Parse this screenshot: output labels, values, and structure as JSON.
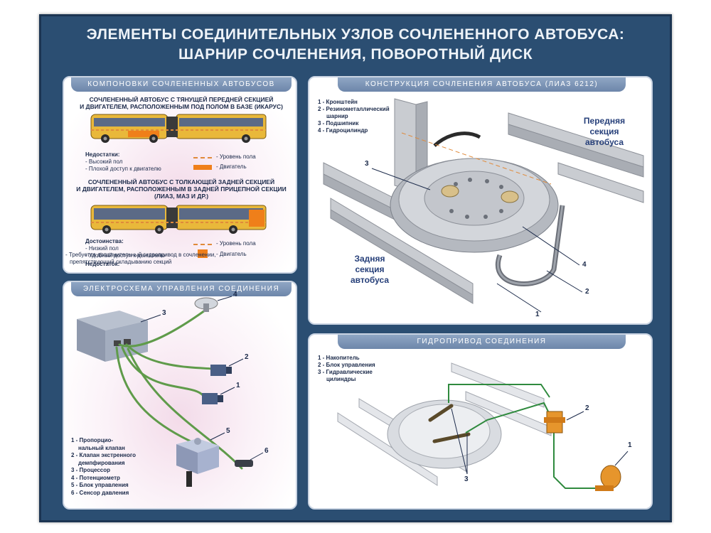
{
  "title": {
    "line1": "ЭЛЕМЕНТЫ СОЕДИНИТЕЛЬНЫХ УЗЛОВ СОЧЛЕНЕННОГО АВТОБУСА:",
    "line2": "ШАРНИР СОЧЛЕНЕНИЯ, ПОВОРОТНЫЙ ДИСК"
  },
  "layout_panel": {
    "title": "КОМПОНОВКИ СОЧЛЕНЕННЫХ АВТОБУСОВ",
    "bus1": {
      "heading1": "СОЧЛЕНЕННЫЙ АВТОБУС С ТЯНУЩЕЙ ПЕРЕДНЕЙ СЕКЦИЕЙ",
      "heading2": "И ДВИГАТЕЛЕМ, РАСПОЛОЖЕННЫМ ПОД ПОЛОМ В БАЗЕ (ИКАРУС)",
      "cons_title": "Недостатки:",
      "cons1": "- Высокий пол",
      "cons2": "- Плохой доступ к двигателю",
      "legend_floor": "- Уровень пола",
      "legend_engine": "- Двигатель"
    },
    "bus2": {
      "heading1": "СОЧЛЕНЕННЫЙ АВТОБУС С ТОЛКАЮЩЕЙ ЗАДНЕЙ СЕКЦИЕЙ",
      "heading2": "И ДВИГАТЕЛЕМ, РАСПОЛОЖЕННЫМ В ЗАДНЕЙ ПРИЦЕПНОЙ СЕКЦИИ",
      "heading3": "(ЛИАЗ, МАЗ И ДР.)",
      "pros_title": "Достоинства:",
      "pros1": "- Низкий пол",
      "pros2": "- Удобный доступ к двигателю",
      "cons_title": "Недостаток:",
      "cons1": "- Требуется дополнительный гидропривод в сочленении,",
      "cons2": "препятствующий складыванию секций",
      "legend_floor": "- Уровень пола",
      "legend_engine": "- Двигатель"
    }
  },
  "electric_panel": {
    "title": "ЭЛЕКТРОСХЕМА УПРАВЛЕНИЯ СОЕДИНЕНИЯ",
    "legend": [
      "1 - Пропорцио-",
      "нальный клапан",
      "2 - Клапан экстренного",
      "демпфирования",
      "3 - Процессор",
      "4 - Потенциометр",
      "5 - Блок управления",
      "6 - Сенсор давления"
    ],
    "numbers": [
      "1",
      "2",
      "3",
      "4",
      "5",
      "6"
    ]
  },
  "construction_panel": {
    "title": "КОНСТРУКЦИЯ СОЧЛЕНЕНИЯ АВТОБУСА (ЛИАЗ 6212)",
    "legend": [
      "1 - Кронштейн",
      "2 - Резинометаллический",
      "шарнир",
      "3 - Подшипник",
      "4 - Гидроцилиндр"
    ],
    "front_label": [
      "Передняя",
      "секция",
      "автобуса"
    ],
    "rear_label": [
      "Задняя",
      "секция",
      "автобуса"
    ],
    "numbers": [
      "1",
      "2",
      "3",
      "4"
    ]
  },
  "hydro_panel": {
    "title": "ГИДРОПРИВОД СОЕДИНЕНИЯ",
    "legend": [
      "1 - Накопитель",
      "2 - Блок управления",
      "3 - Гидравлические",
      "цилиндры"
    ],
    "numbers": [
      "1",
      "2",
      "3"
    ]
  },
  "colors": {
    "board": "#2b4e72",
    "panel_title": "#7690b3",
    "bus_yellow": "#e9b83a",
    "engine": "#ef7f1a",
    "hose_green": "#5f9b4a",
    "hydro_line": "#2f8a3e",
    "metal": "#c9ccd1"
  }
}
